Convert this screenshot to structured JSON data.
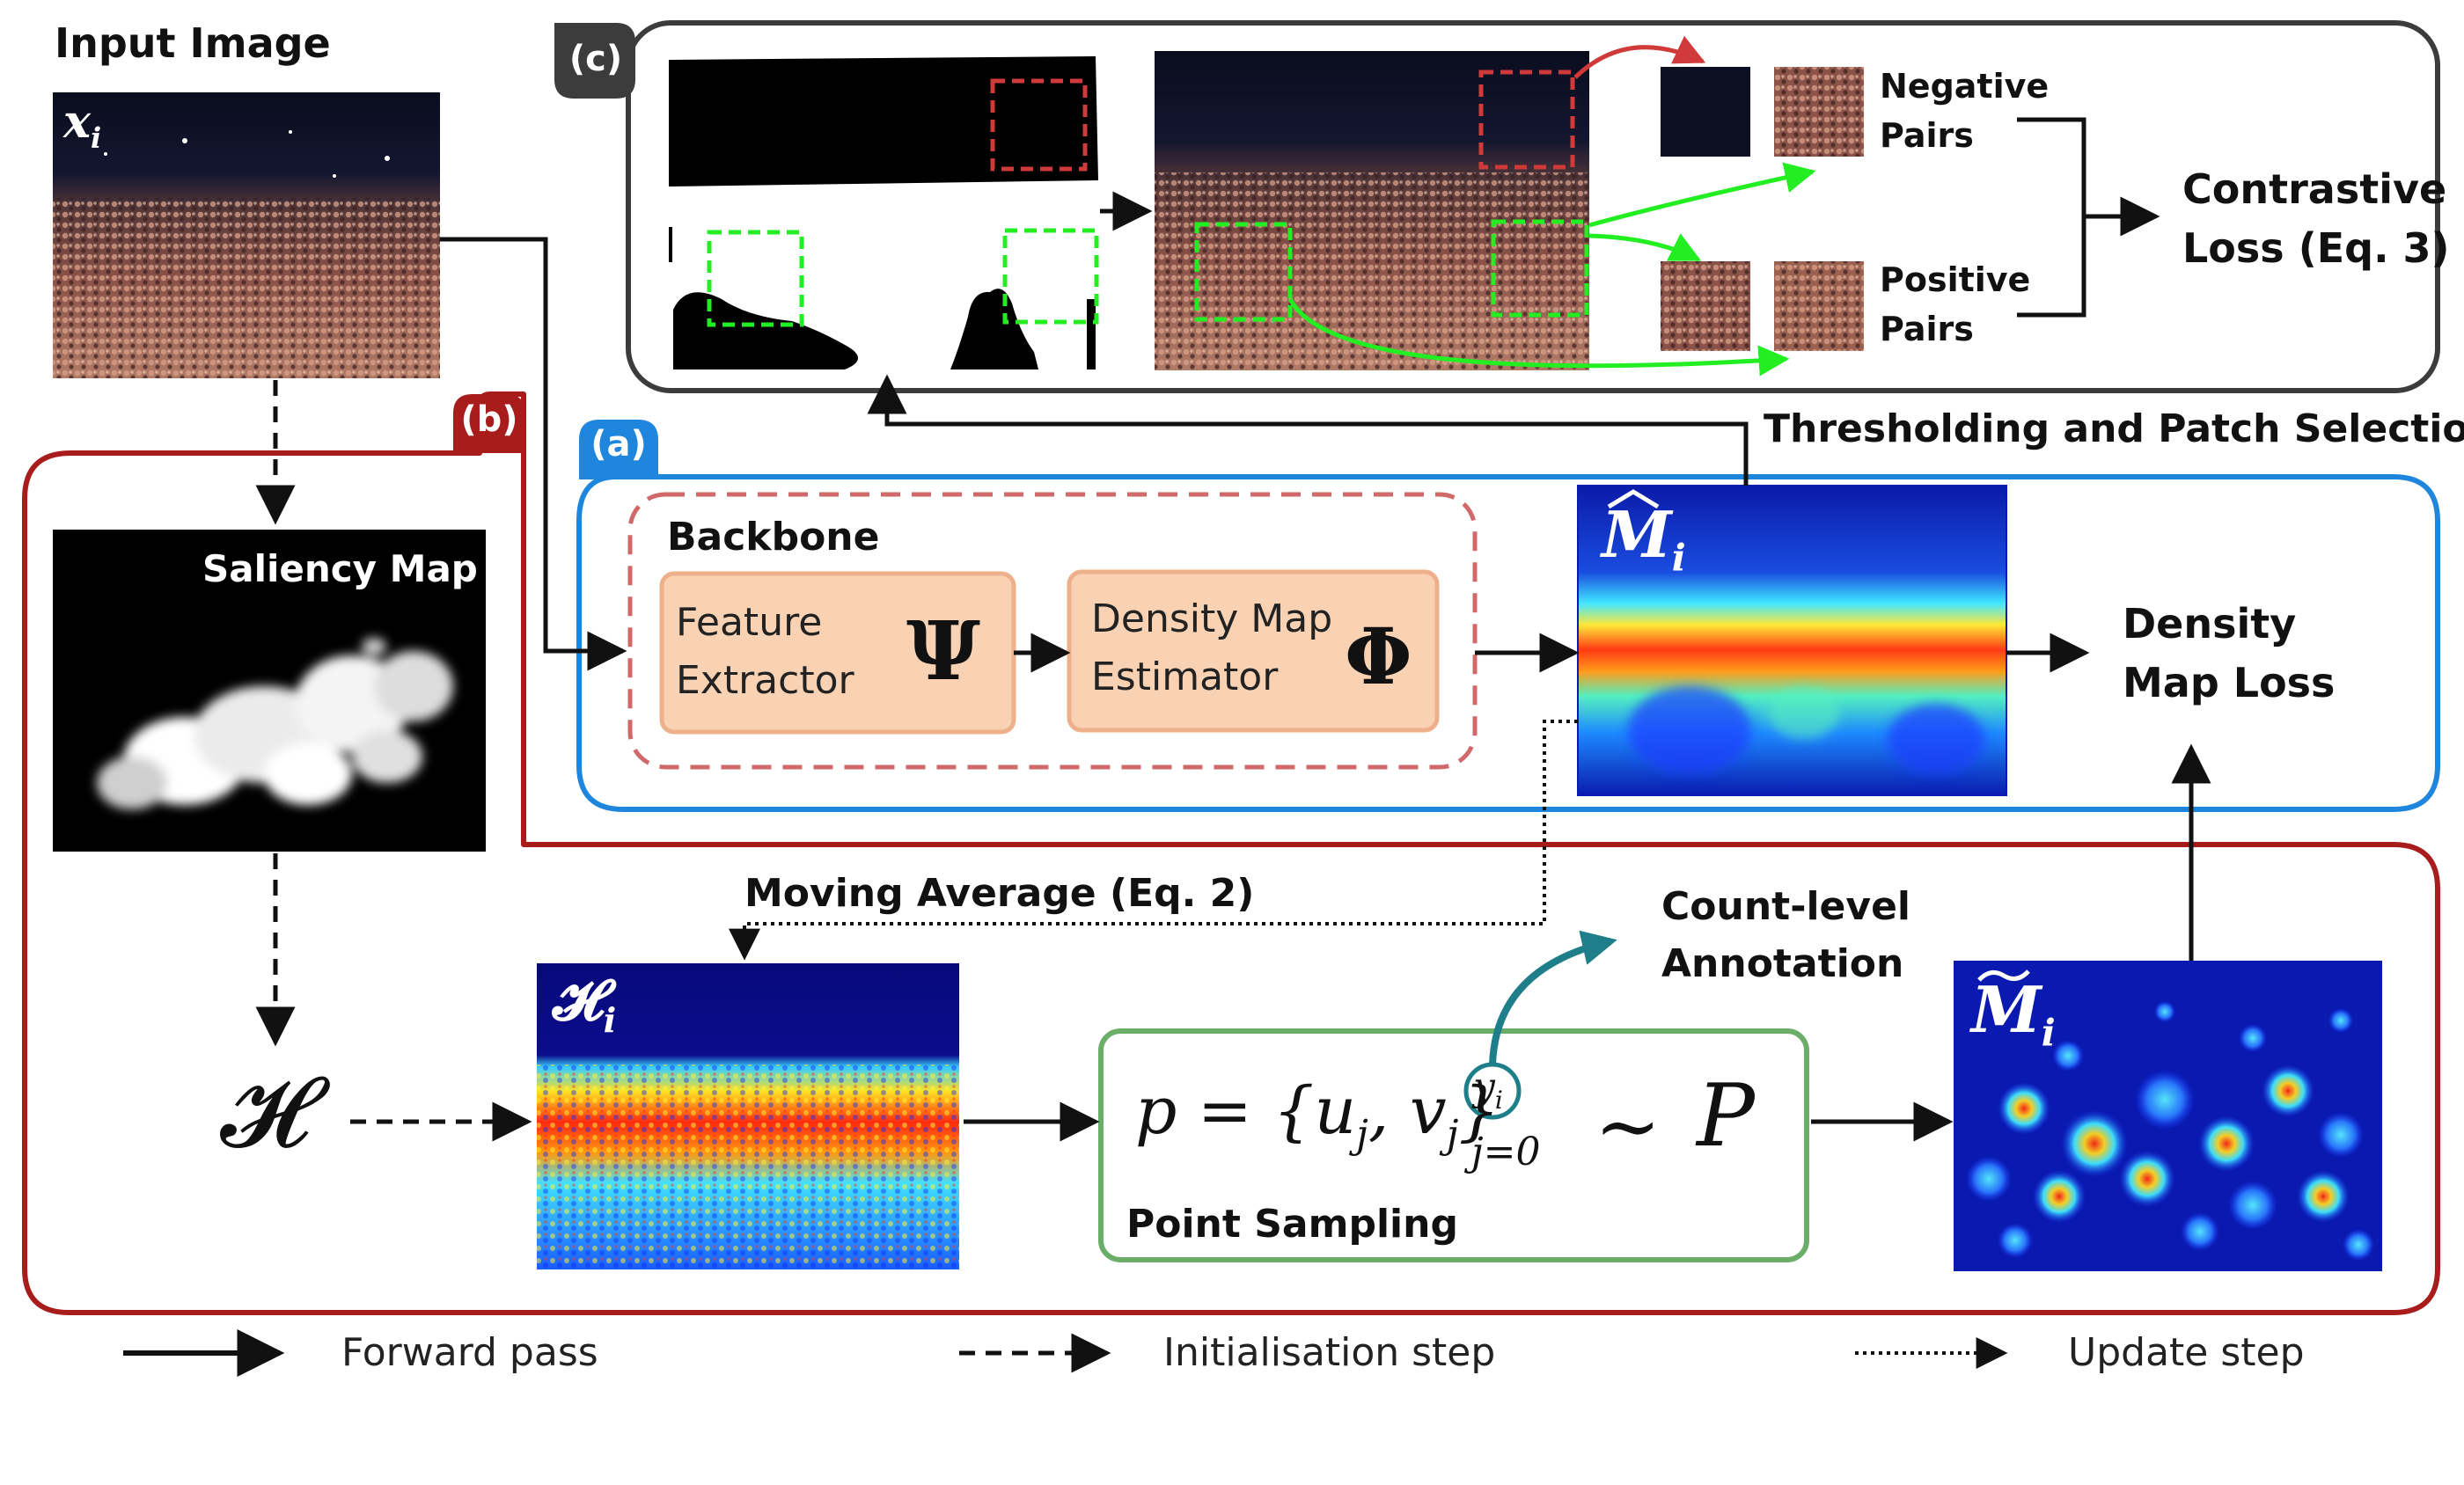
{
  "labels": {
    "input_image": "Input Image",
    "x_i": "x",
    "x_i_sub": "i",
    "saliency_map": "Saliency Map",
    "backbone": "Backbone",
    "feature_extractor_1": "Feature",
    "feature_extractor_2": "Extractor",
    "psi": "Ψ",
    "density_estimator_1": "Density Map",
    "density_estimator_2": "Estimator",
    "phi": "Φ",
    "density_map_loss_1": "Density",
    "density_map_loss_2": "Map Loss",
    "thresholding": "Thresholding and Patch Selection",
    "negative_pairs_1": "Negative",
    "negative_pairs_2": "Pairs",
    "positive_pairs_1": "Positive",
    "positive_pairs_2": "Pairs",
    "contrastive_loss_1": "Contrastive",
    "contrastive_loss_2": "Loss (Eq. 3)",
    "moving_average": "Moving Average (Eq. 2)",
    "count_level_1": "Count-level",
    "count_level_2": "Annotation",
    "point_sampling": "Point Sampling",
    "script_h": "𝓗",
    "h_i": "𝓗",
    "h_i_sub": "i",
    "m_hat": "M",
    "m_hat_sub": "i",
    "m_tilde": "M",
    "m_tilde_sub": "i",
    "formula_main": "p = {u",
    "formula_j": "j",
    "formula_comma": ", v",
    "formula_j2": "j",
    "formula_close": "}",
    "formula_y": "y",
    "formula_y_sub": "i",
    "formula_lower": "j=0",
    "formula_tilde": "∼",
    "formula_P": "P",
    "tag_a": "(a)",
    "tag_b": "(b)",
    "tag_c": "(c)"
  },
  "legend": {
    "forward": "Forward pass",
    "init": "Initialisation step",
    "update": "Update step"
  },
  "colors": {
    "panel_a": "#1f86dd",
    "panel_b": "#a81c1c",
    "panel_c": "#3c3c3c",
    "backbone_dash": "#d06a6a",
    "module_fill": "#f9d2b3",
    "module_border": "#eeb08a",
    "sampling_border": "#6aae6a",
    "teal": "#1e7f8a",
    "neg_red": "#d03a3a",
    "pos_green": "#22ee22"
  }
}
